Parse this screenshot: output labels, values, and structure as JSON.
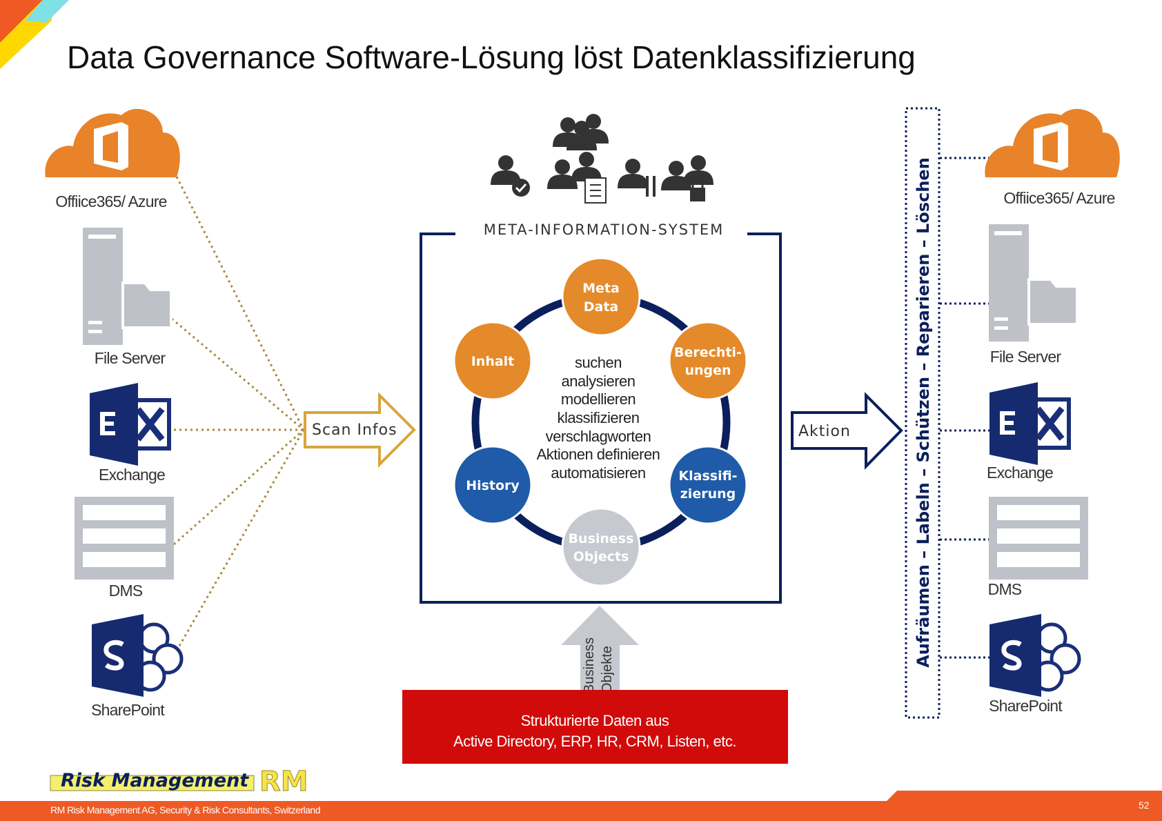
{
  "title": "Data Governance Software-Lösung löst Datenklassifizierung",
  "sources": [
    {
      "label": "Offiice365/ Azure",
      "icon": "cloud-office-icon"
    },
    {
      "label": "File Server",
      "icon": "file-server-icon"
    },
    {
      "label": "Exchange",
      "icon": "exchange-icon"
    },
    {
      "label": "DMS",
      "icon": "dms-icon"
    },
    {
      "label": "SharePoint",
      "icon": "sharepoint-icon"
    }
  ],
  "scan_arrow": "Scan Infos",
  "meta_system": {
    "title": "META-INFORMATION-SYSTEM",
    "nodes": {
      "meta": [
        "Meta",
        "Data"
      ],
      "inhalt": [
        "Inhalt"
      ],
      "berechtigungen": [
        "Berechti-",
        "ungen"
      ],
      "history": [
        "History"
      ],
      "klassifizierung": [
        "Klassifi-",
        "zierung"
      ],
      "business": [
        "Business",
        "Objects"
      ]
    },
    "center_lines": [
      "suchen",
      "analysieren",
      "modellieren",
      "klassifizieren",
      "verschlagworten",
      "Aktionen definieren",
      "automatisieren"
    ]
  },
  "up_arrow": [
    "Business",
    "Objekte"
  ],
  "structured_data": [
    "Strukturierte Daten aus",
    "Active Directory, ERP, HR, CRM, Listen, etc."
  ],
  "action_arrow": "Aktion",
  "actions_vertical": "Aufräumen – Labeln – Schützen – Reparieren – Löschen",
  "targets": [
    {
      "label": "Offiice365/ Azure"
    },
    {
      "label": "File Server"
    },
    {
      "label": "Exchange"
    },
    {
      "label": "DMS"
    },
    {
      "label": "SharePoint"
    }
  ],
  "logo": {
    "text": "Risk Management",
    "mark": "RM"
  },
  "footer": {
    "text": "RM Risk Management AG, Security & Risk Consultants, Switzerland",
    "page": "52"
  },
  "colors": {
    "orange": "#e48a2a",
    "navy": "#0b1f5c",
    "blue": "#1f5ba8",
    "grey": "#c6c9d0",
    "red": "#d10a0a",
    "footer": "#ef5a24"
  }
}
